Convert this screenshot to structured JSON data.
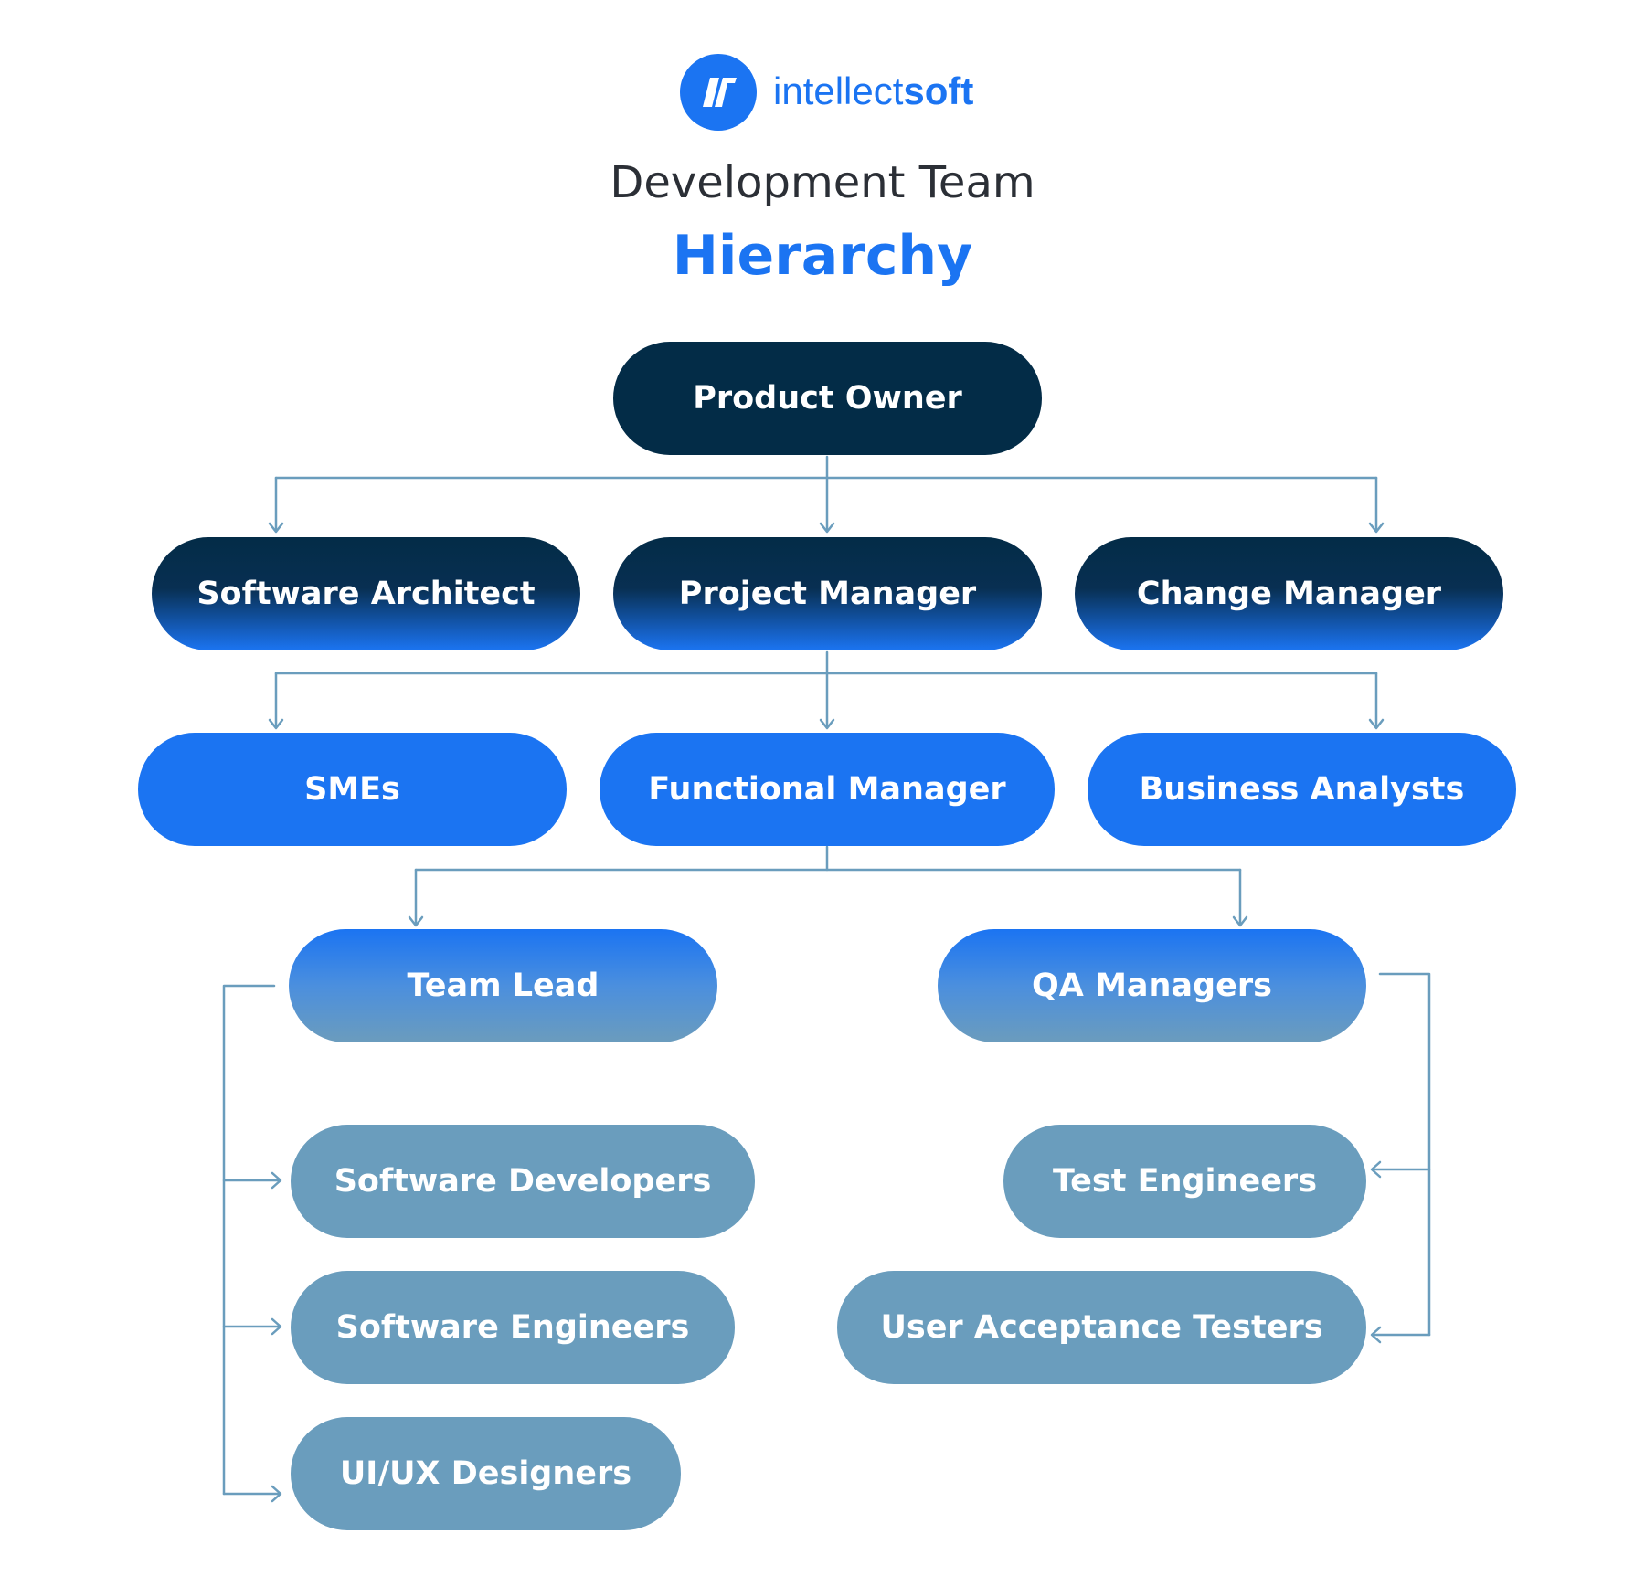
{
  "brand": {
    "name_light": "intellect",
    "name_bold": "soft",
    "logo_icon": "intellectsoft-logo-icon"
  },
  "title": {
    "line1": "Development Team",
    "line2": "Hierarchy"
  },
  "colors": {
    "accent": "#1b74f2",
    "dark": "#032c47",
    "muted": "#6a9dbd",
    "connector": "#6a9dbd"
  },
  "hierarchy": {
    "root": "Product Owner",
    "level1": [
      "Software Architect",
      "Project Manager",
      "Change Manager"
    ],
    "level2": [
      "SMEs",
      "Functional Manager",
      "Business Analysts"
    ],
    "level3": [
      "Team Lead",
      "QA Managers"
    ],
    "team_lead_reports": [
      "Software Developers",
      "Software Engineers",
      "UI/UX Designers"
    ],
    "qa_reports": [
      "Test Engineers",
      "User Acceptance Testers"
    ]
  }
}
